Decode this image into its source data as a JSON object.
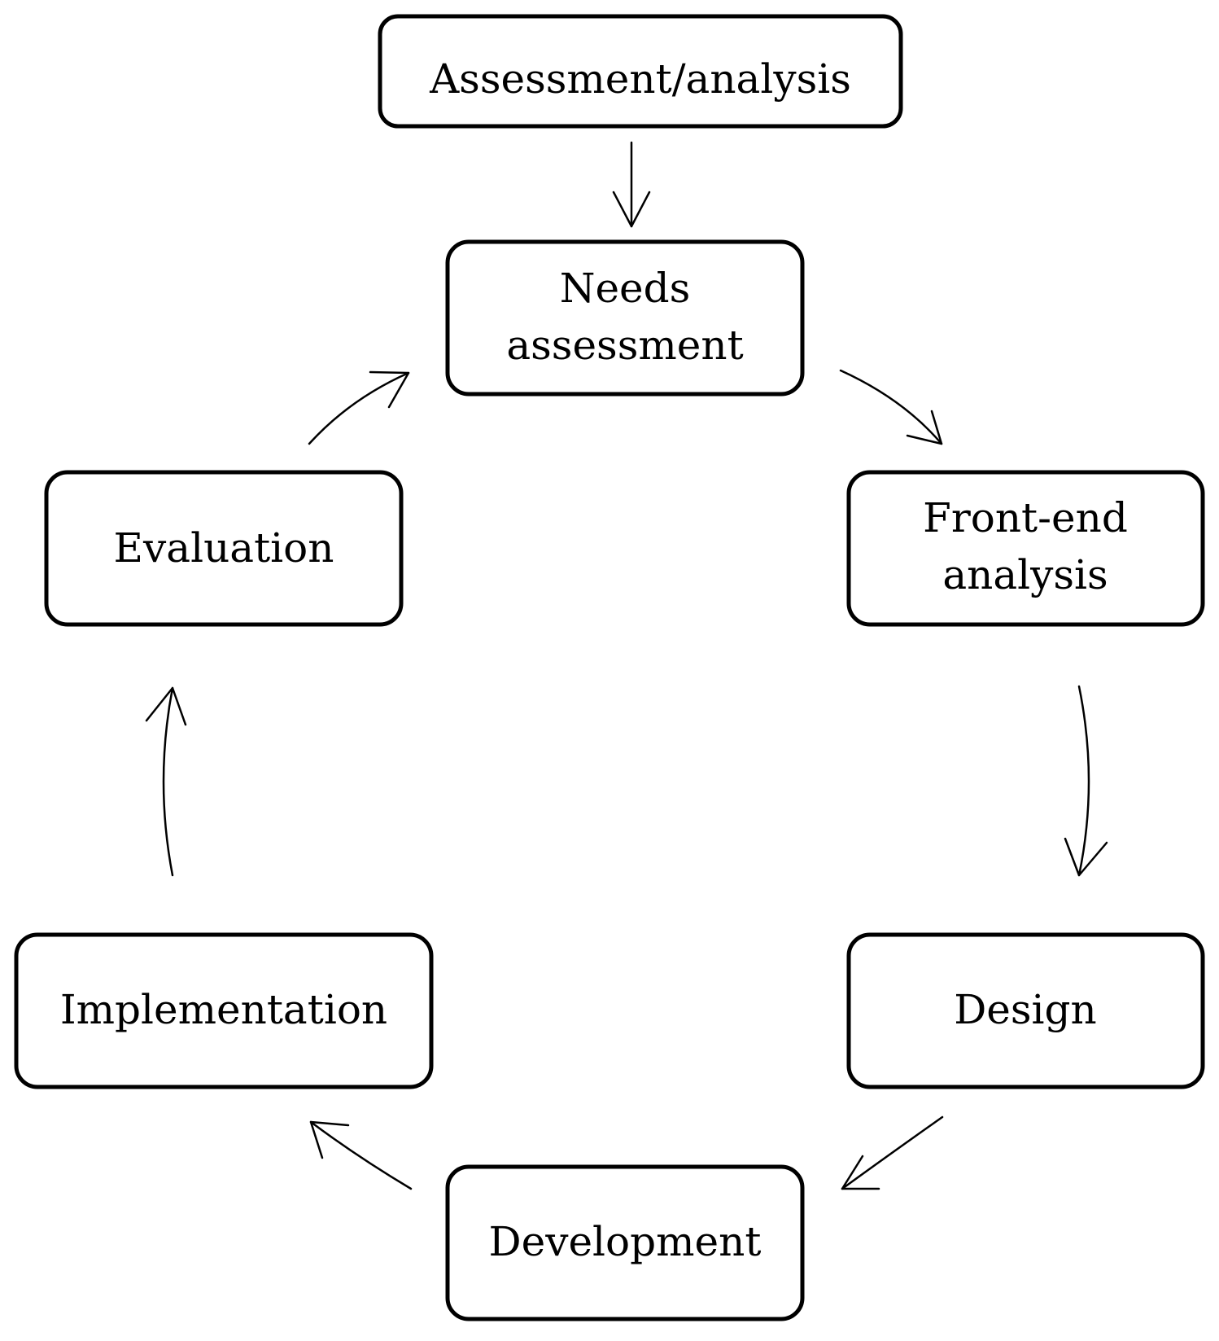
{
  "diagram": {
    "nodes": {
      "assessment_analysis": {
        "lines": [
          "Assessment/analysis"
        ]
      },
      "needs_assessment": {
        "lines": [
          "Needs",
          "assessment"
        ]
      },
      "front_end_analysis": {
        "lines": [
          "Front-end",
          "analysis"
        ]
      },
      "design": {
        "lines": [
          "Design"
        ]
      },
      "development": {
        "lines": [
          "Development"
        ]
      },
      "implementation": {
        "lines": [
          "Implementation"
        ]
      },
      "evaluation": {
        "lines": [
          "Evaluation"
        ]
      }
    },
    "edges": [
      {
        "from": "Assessment/analysis",
        "to": "Needs assessment"
      },
      {
        "from": "Needs assessment",
        "to": "Front-end analysis"
      },
      {
        "from": "Front-end analysis",
        "to": "Design"
      },
      {
        "from": "Design",
        "to": "Development"
      },
      {
        "from": "Development",
        "to": "Implementation"
      },
      {
        "from": "Implementation",
        "to": "Evaluation"
      },
      {
        "from": "Evaluation",
        "to": "Needs assessment"
      }
    ]
  }
}
